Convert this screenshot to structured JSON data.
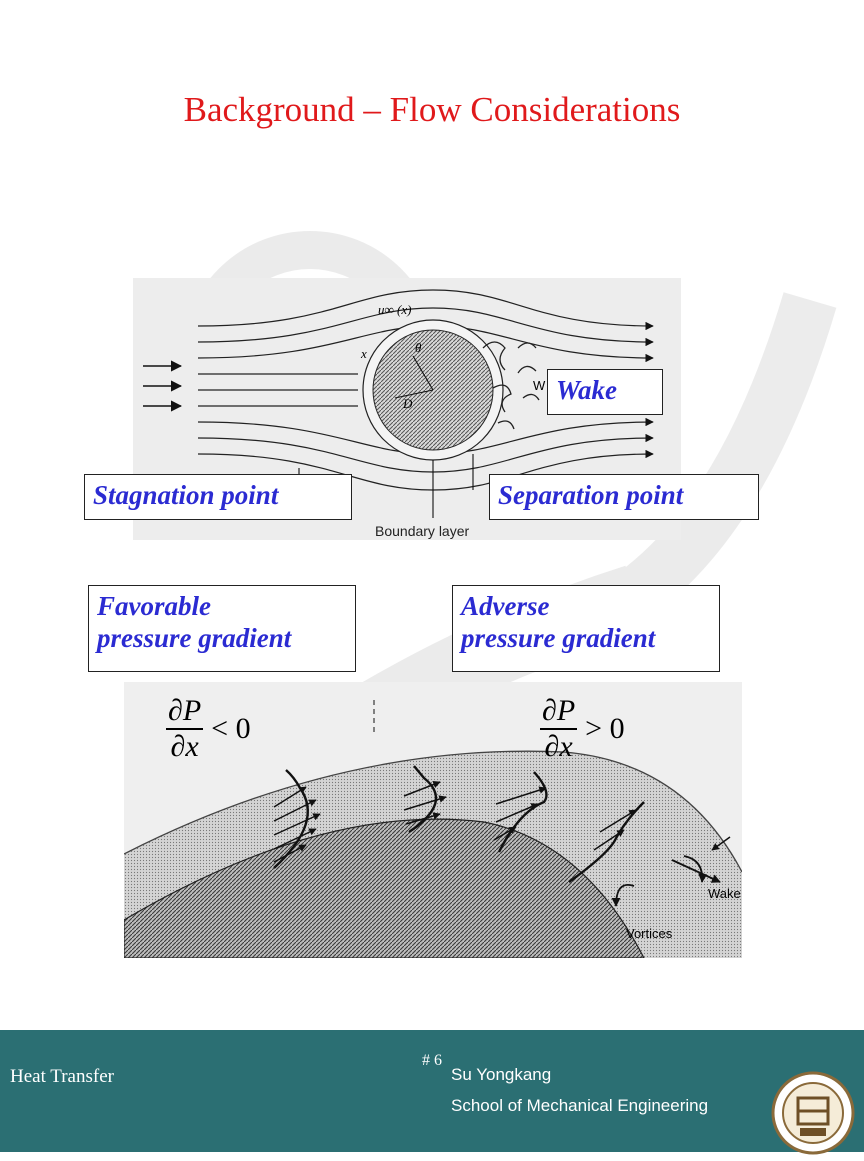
{
  "title": "Background – Flow Considerations",
  "top_figure": {
    "labels": {
      "wake": "Wake",
      "stagnation": "Stagnation point",
      "separation": "Separation point"
    },
    "figure_text": {
      "u_inf": "u∞ (x)",
      "x": "x",
      "theta": "θ",
      "D": "D",
      "w": "W",
      "boundary_layer": "Boundary layer"
    }
  },
  "bottom_figure": {
    "favorable": {
      "line1": "Favorable",
      "line2": "pressure gradient"
    },
    "adverse": {
      "line1": "Adverse",
      "line2": "pressure gradient"
    },
    "formula_left": {
      "num": "∂P",
      "den": "∂x",
      "op": "< 0"
    },
    "formula_right": {
      "num": "∂P",
      "den": "∂x",
      "op": "> 0"
    },
    "figure_text": {
      "wake": "Wake",
      "vortices": "Vortices"
    }
  },
  "footer": {
    "course": "Heat Transfer",
    "page": "# 6",
    "author": "Su Yongkang",
    "school": "School of Mechanical Engineering"
  },
  "colors": {
    "title": "#e0191b",
    "label": "#2b2bd2",
    "footer": "#2b6f73"
  },
  "icons": [
    "watermark-logo",
    "university-seal-icon"
  ]
}
